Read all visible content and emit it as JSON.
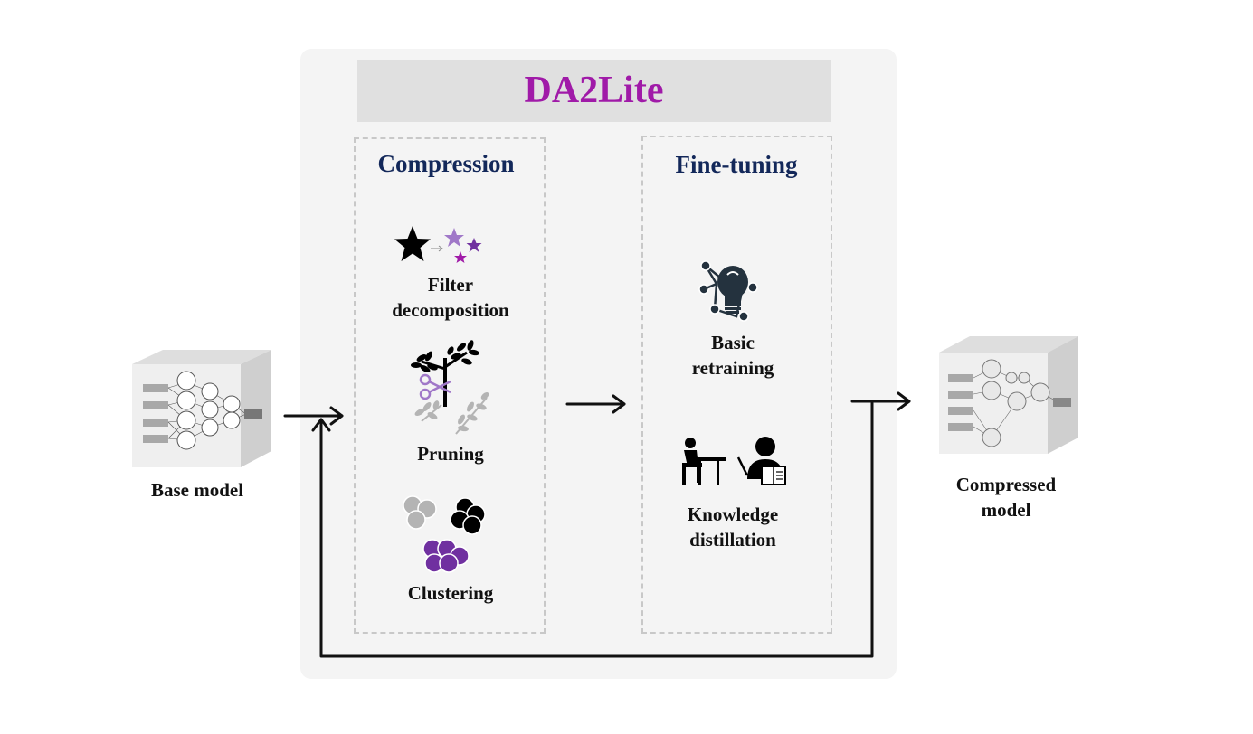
{
  "title": "DA2Lite",
  "input": {
    "label": "Base model"
  },
  "output": {
    "label": "Compressed\nmodel"
  },
  "compression": {
    "title": "Compression",
    "methods": [
      {
        "label": "Filter\ndecomposition",
        "icon": "star-decomposition-icon"
      },
      {
        "label": "Pruning",
        "icon": "tree-scissors-icon"
      },
      {
        "label": "Clustering",
        "icon": "clusters-icon"
      }
    ]
  },
  "finetuning": {
    "title": "Fine-tuning",
    "methods": [
      {
        "label": "Basic\nretraining",
        "icon": "lightbulb-network-icon"
      },
      {
        "label": "Knowledge\ndistillation",
        "icon": "teacher-student-icon"
      }
    ]
  },
  "colors": {
    "title": "#a01aa8",
    "stage_title": "#13285a",
    "accent_purple": "#7030a0",
    "light_purple": "#a078c8"
  }
}
